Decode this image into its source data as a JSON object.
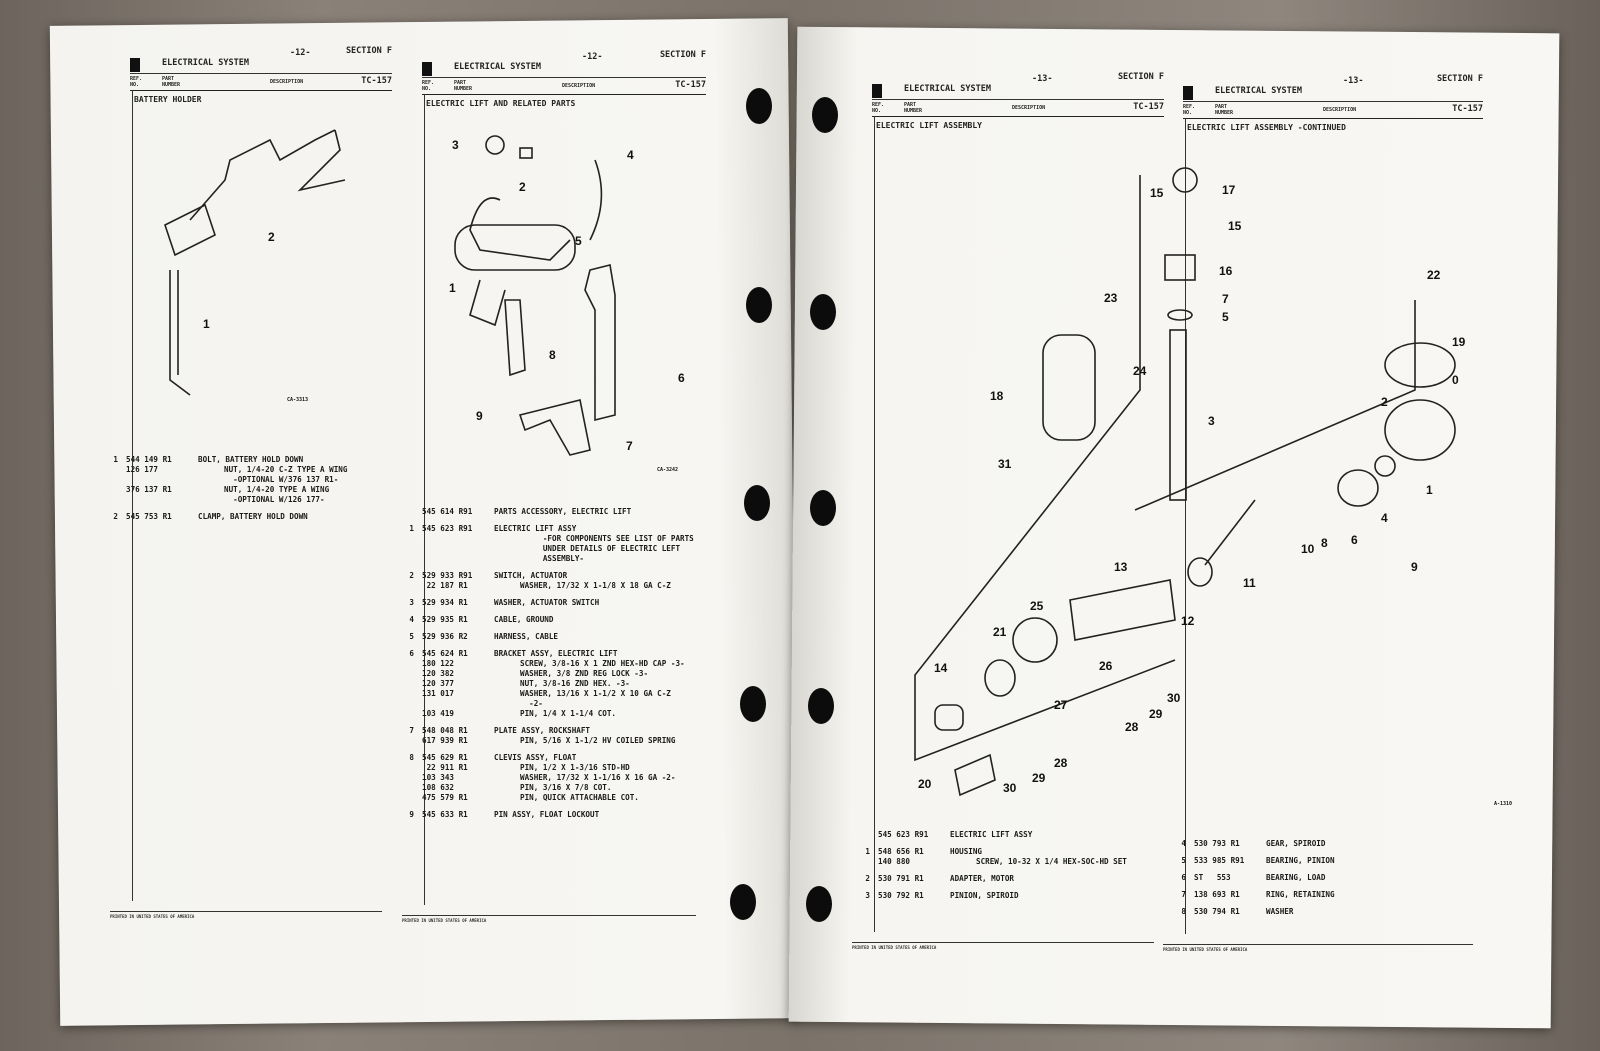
{
  "columns": [
    {
      "system": "ELECTRICAL SYSTEM",
      "page": "-12-",
      "section": "SECTION  F",
      "ref_hdr": "REF. NO.",
      "part_hdr": "PART NUMBER",
      "desc_hdr": "DESCRIPTION",
      "tc": "TC-157",
      "title": "BATTERY HOLDER",
      "figure": "CA-3313",
      "footer": "PRINTED IN UNITED STATES OF AMERICA",
      "callouts": [
        "2",
        "1"
      ],
      "groups": [
        {
          "rows": [
            {
              "ref": "1",
              "part": "544 149 R1",
              "desc": "BOLT, BATTERY HOLD DOWN"
            },
            {
              "ref": "",
              "part": "126 177",
              "desc": "NUT, 1/4-20 C-Z TYPE A WING"
            },
            {
              "ref": "",
              "part": "",
              "desc": "  -OPTIONAL W/376 137 R1-"
            },
            {
              "ref": "",
              "part": "376 137 R1",
              "desc": "NUT, 1/4-20 TYPE A WING"
            },
            {
              "ref": "",
              "part": "",
              "desc": "  -OPTIONAL W/126 177-"
            }
          ]
        },
        {
          "rows": [
            {
              "ref": "2",
              "part": "545 753 R1",
              "desc": "CLAMP, BATTERY HOLD DOWN"
            }
          ]
        }
      ]
    },
    {
      "system": "ELECTRICAL SYSTEM",
      "page": "-12-",
      "section": "SECTION  F",
      "ref_hdr": "REF. NO.",
      "part_hdr": "PART NUMBER",
      "desc_hdr": "DESCRIPTION",
      "tc": "TC-157",
      "title": "ELECTRIC LIFT AND RELATED PARTS",
      "figure": "CA-3242",
      "footer": "PRINTED IN UNITED STATES OF AMERICA",
      "callouts": [
        "3",
        "2",
        "4",
        "5",
        "1",
        "8",
        "6",
        "9",
        "7"
      ],
      "groups": [
        {
          "rows": [
            {
              "ref": "",
              "part": "545 614 R91",
              "desc": "PARTS ACCESSORY, ELECTRIC LIFT"
            }
          ]
        },
        {
          "rows": [
            {
              "ref": "1",
              "part": "545 623 R91",
              "desc": "ELECTRIC LIFT ASSY"
            },
            {
              "ref": "",
              "part": "",
              "desc": "     -FOR COMPONENTS SEE LIST OF PARTS"
            },
            {
              "ref": "",
              "part": "",
              "desc": "     UNDER DETAILS OF ELECTRIC LEFT"
            },
            {
              "ref": "",
              "part": "",
              "desc": "     ASSEMBLY-"
            }
          ]
        },
        {
          "rows": [
            {
              "ref": "2",
              "part": "529 933 R91",
              "desc": "SWITCH, ACTUATOR"
            },
            {
              "ref": "",
              "part": " 22 187 R1",
              "desc": "WASHER, 17/32 X 1-1/8 X 18 GA C-Z"
            }
          ]
        },
        {
          "rows": [
            {
              "ref": "3",
              "part": "529 934 R1",
              "desc": "WASHER, ACTUATOR SWITCH"
            }
          ]
        },
        {
          "rows": [
            {
              "ref": "4",
              "part": "529 935 R1",
              "desc": "CABLE, GROUND"
            }
          ]
        },
        {
          "rows": [
            {
              "ref": "5",
              "part": "529 936 R2",
              "desc": "HARNESS, CABLE"
            }
          ]
        },
        {
          "rows": [
            {
              "ref": "6",
              "part": "545 624 R1",
              "desc": "BRACKET ASSY, ELECTRIC LIFT"
            },
            {
              "ref": "",
              "part": "180 122",
              "desc": "SCREW, 3/8-16 X 1 ZND HEX-HD CAP -3-"
            },
            {
              "ref": "",
              "part": "120 382",
              "desc": "WASHER, 3/8 ZND REG LOCK -3-"
            },
            {
              "ref": "",
              "part": "120 377",
              "desc": "NUT, 3/8-16 ZND HEX. -3-"
            },
            {
              "ref": "",
              "part": "131 017",
              "desc": "WASHER, 13/16 X 1-1/2 X 10 GA C-Z"
            },
            {
              "ref": "",
              "part": "",
              "desc": "  -2-"
            },
            {
              "ref": "",
              "part": "103 419",
              "desc": "PIN, 1/4 X 1-1/4 COT."
            }
          ]
        },
        {
          "rows": [
            {
              "ref": "7",
              "part": "548 048 R1",
              "desc": "PLATE ASSY, ROCKSHAFT"
            },
            {
              "ref": "",
              "part": "617 939 R1",
              "desc": "PIN, 5/16 X 1-1/2 HV COILED SPRING"
            }
          ]
        },
        {
          "rows": [
            {
              "ref": "8",
              "part": "545 629 R1",
              "desc": "CLEVIS ASSY, FLOAT"
            },
            {
              "ref": "",
              "part": " 22 911 R1",
              "desc": "PIN, 1/2 X 1-3/16 STD-HD"
            },
            {
              "ref": "",
              "part": "103 343",
              "desc": "WASHER, 17/32 X 1-1/16 X 16 GA -2-"
            },
            {
              "ref": "",
              "part": "108 632",
              "desc": "PIN, 3/16 X 7/8 COT."
            },
            {
              "ref": "",
              "part": "475 579 R1",
              "desc": "PIN, QUICK ATTACHABLE COT."
            }
          ]
        },
        {
          "rows": [
            {
              "ref": "9",
              "part": "545 633 R1",
              "desc": "PIN ASSY, FLOAT LOCKOUT"
            }
          ]
        }
      ]
    },
    {
      "system": "ELECTRICAL SYSTEM",
      "page": "-13-",
      "section": "SECTION  F",
      "ref_hdr": "REF. NO.",
      "part_hdr": "PART NUMBER",
      "desc_hdr": "DESCRIPTION",
      "tc": "TC-157",
      "title": "ELECTRIC LIFT ASSEMBLY",
      "footer": "PRINTED IN UNITED STATES OF AMERICA",
      "groups": [
        {
          "rows": [
            {
              "ref": "",
              "part": "545 623 R91",
              "desc": "ELECTRIC LIFT ASSY"
            }
          ]
        },
        {
          "rows": [
            {
              "ref": "1",
              "part": "548 656 R1",
              "desc": "HOUSING"
            },
            {
              "ref": "",
              "part": "140 880",
              "desc": "SCREW, 10-32 X 1/4 HEX-SOC-HD SET"
            }
          ]
        },
        {
          "rows": [
            {
              "ref": "2",
              "part": "530 791 R1",
              "desc": "ADAPTER, MOTOR"
            }
          ]
        },
        {
          "rows": [
            {
              "ref": "3",
              "part": "530 792 R1",
              "desc": "PINION, SPIROID"
            }
          ]
        }
      ]
    },
    {
      "system": "ELECTRICAL SYSTEM",
      "page": "-13-",
      "section": "SECTION  F",
      "ref_hdr": "REF. NO.",
      "part_hdr": "PART NUMBER",
      "desc_hdr": "DESCRIPTION",
      "tc": "TC-157",
      "title": "ELECTRIC LIFT ASSEMBLY  -CONTINUED",
      "figure": "A-1310",
      "footer": "PRINTED IN UNITED STATES OF AMERICA",
      "groups": [
        {
          "rows": [
            {
              "ref": "4",
              "part": "530 793 R1",
              "desc": "GEAR, SPIROID"
            }
          ]
        },
        {
          "rows": [
            {
              "ref": "5",
              "part": "533 985 R91",
              "desc": "BEARING, PINION"
            }
          ]
        },
        {
          "rows": [
            {
              "ref": "6",
              "part": "ST   553",
              "desc": "BEARING, LOAD"
            }
          ]
        },
        {
          "rows": [
            {
              "ref": "7",
              "part": "138 693 R1",
              "desc": "RING, RETAINING"
            }
          ]
        },
        {
          "rows": [
            {
              "ref": "8",
              "part": "530 794 R1",
              "desc": "WASHER"
            }
          ]
        }
      ]
    }
  ],
  "assembly_callouts": [
    "17",
    "15",
    "15",
    "16",
    "7",
    "5",
    "23",
    "24",
    "18",
    "3",
    "31",
    "22",
    "19",
    "0",
    "2",
    "4",
    "6",
    "8",
    "10",
    "1",
    "9",
    "11",
    "13",
    "12",
    "25",
    "21",
    "26",
    "30",
    "14",
    "27",
    "28",
    "29",
    "29",
    "28",
    "20",
    "30"
  ]
}
